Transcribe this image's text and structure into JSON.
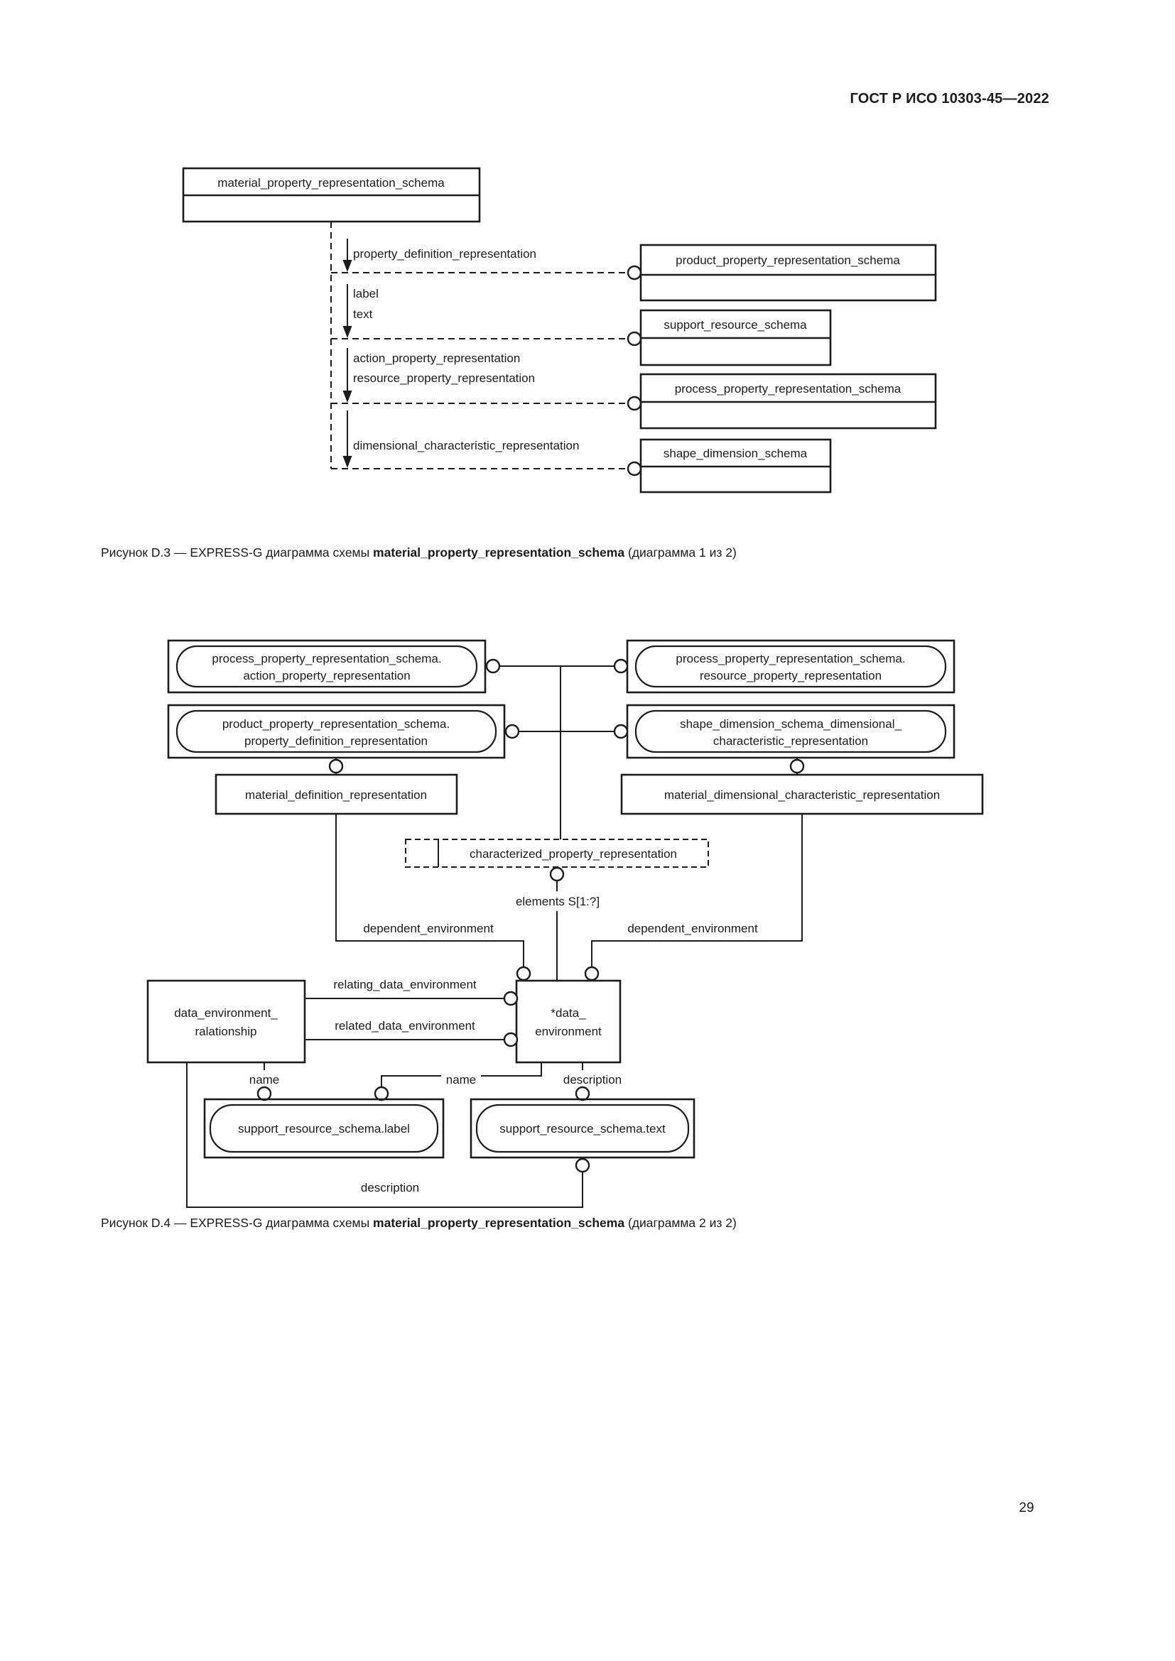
{
  "page": {
    "header": "ГОСТ Р ИСО 10303-45—2022",
    "page_number": "29"
  },
  "captions": {
    "d3_prefix": "Рисунок D.3 — EXPRESS-G диаграмма схемы ",
    "d3_bold": "material_property_representation_schema",
    "d3_suffix": " (диаграмма 1 из 2)",
    "d4_prefix": "Рисунок D.4 — EXPRESS-G диаграмма схемы ",
    "d4_bold": "material_property_representation_schema",
    "d4_suffix": " (диаграмма 2 из 2)"
  },
  "diagram_d3": {
    "main_box": "material_property_representation_schema",
    "labels": {
      "property_definition": "property_definition_representation",
      "label": "label",
      "text": "text",
      "action": "action_property_representation",
      "resource": "resource_property_representation",
      "dimensional": "dimensional_characteristic_representation"
    },
    "schema_boxes": {
      "product": "product_property_representation_schema",
      "support": "support_resource_schema",
      "process": "process_property_representation_schema",
      "shape": "shape_dimension_schema"
    }
  },
  "diagram_d4": {
    "ref_boxes": {
      "process_action": [
        "process_property_representation_schema.",
        "action_property_representation"
      ],
      "process_resource": [
        "process_property_representation_schema.",
        "resource_property_representation"
      ],
      "product_property": [
        "product_property_representation_schema.",
        "property_definition_representation"
      ],
      "shape_dimensional": [
        "shape_dimension_schema_dimensional_",
        "characteristic_representation"
      ]
    },
    "entities": {
      "material_definition": "material_definition_representation",
      "material_dimensional": "material_dimensional_characteristic_representation",
      "characterized": "characterized_property_representation",
      "data_env_relationship": [
        "data_environment_",
        "ralationship"
      ],
      "data_environment": [
        "*data_",
        "environment"
      ]
    },
    "stadium_boxes": {
      "label_ref": "support_resource_schema.label",
      "text_ref": "support_resource_schema.text"
    },
    "labels": {
      "elements": "elements S[1:?]",
      "dependent_left": "dependent_environment",
      "dependent_right": "dependent_environment",
      "relating": "relating_data_environment",
      "related": "related_data_environment",
      "name1": "name",
      "name2": "name",
      "description1": "description",
      "description2": "description"
    }
  }
}
